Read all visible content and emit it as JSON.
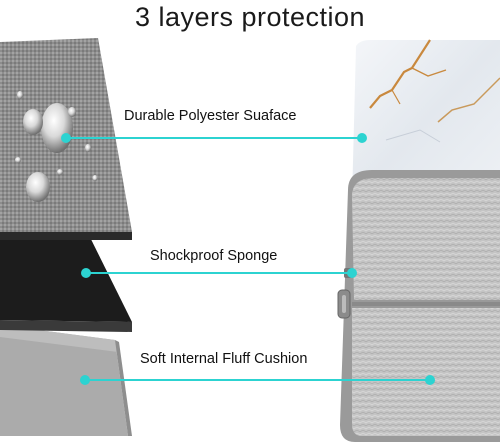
{
  "header": {
    "title": "3 layers protection"
  },
  "layers": [
    {
      "label": "Durable Polyester Suaface"
    },
    {
      "label": "Shockproof Sponge"
    },
    {
      "label": "Soft Internal Fluff Cushion"
    }
  ],
  "colors": {
    "accent": "#2cd3d1",
    "polyester": "#8c8c8c",
    "sponge": "#1c1c1c",
    "cushion": "#a9a9a9",
    "marble": "#e9edf2",
    "fluff": "#c3c3c3"
  },
  "icons": [
    "water-droplet-icon",
    "zipper-pull-icon"
  ]
}
